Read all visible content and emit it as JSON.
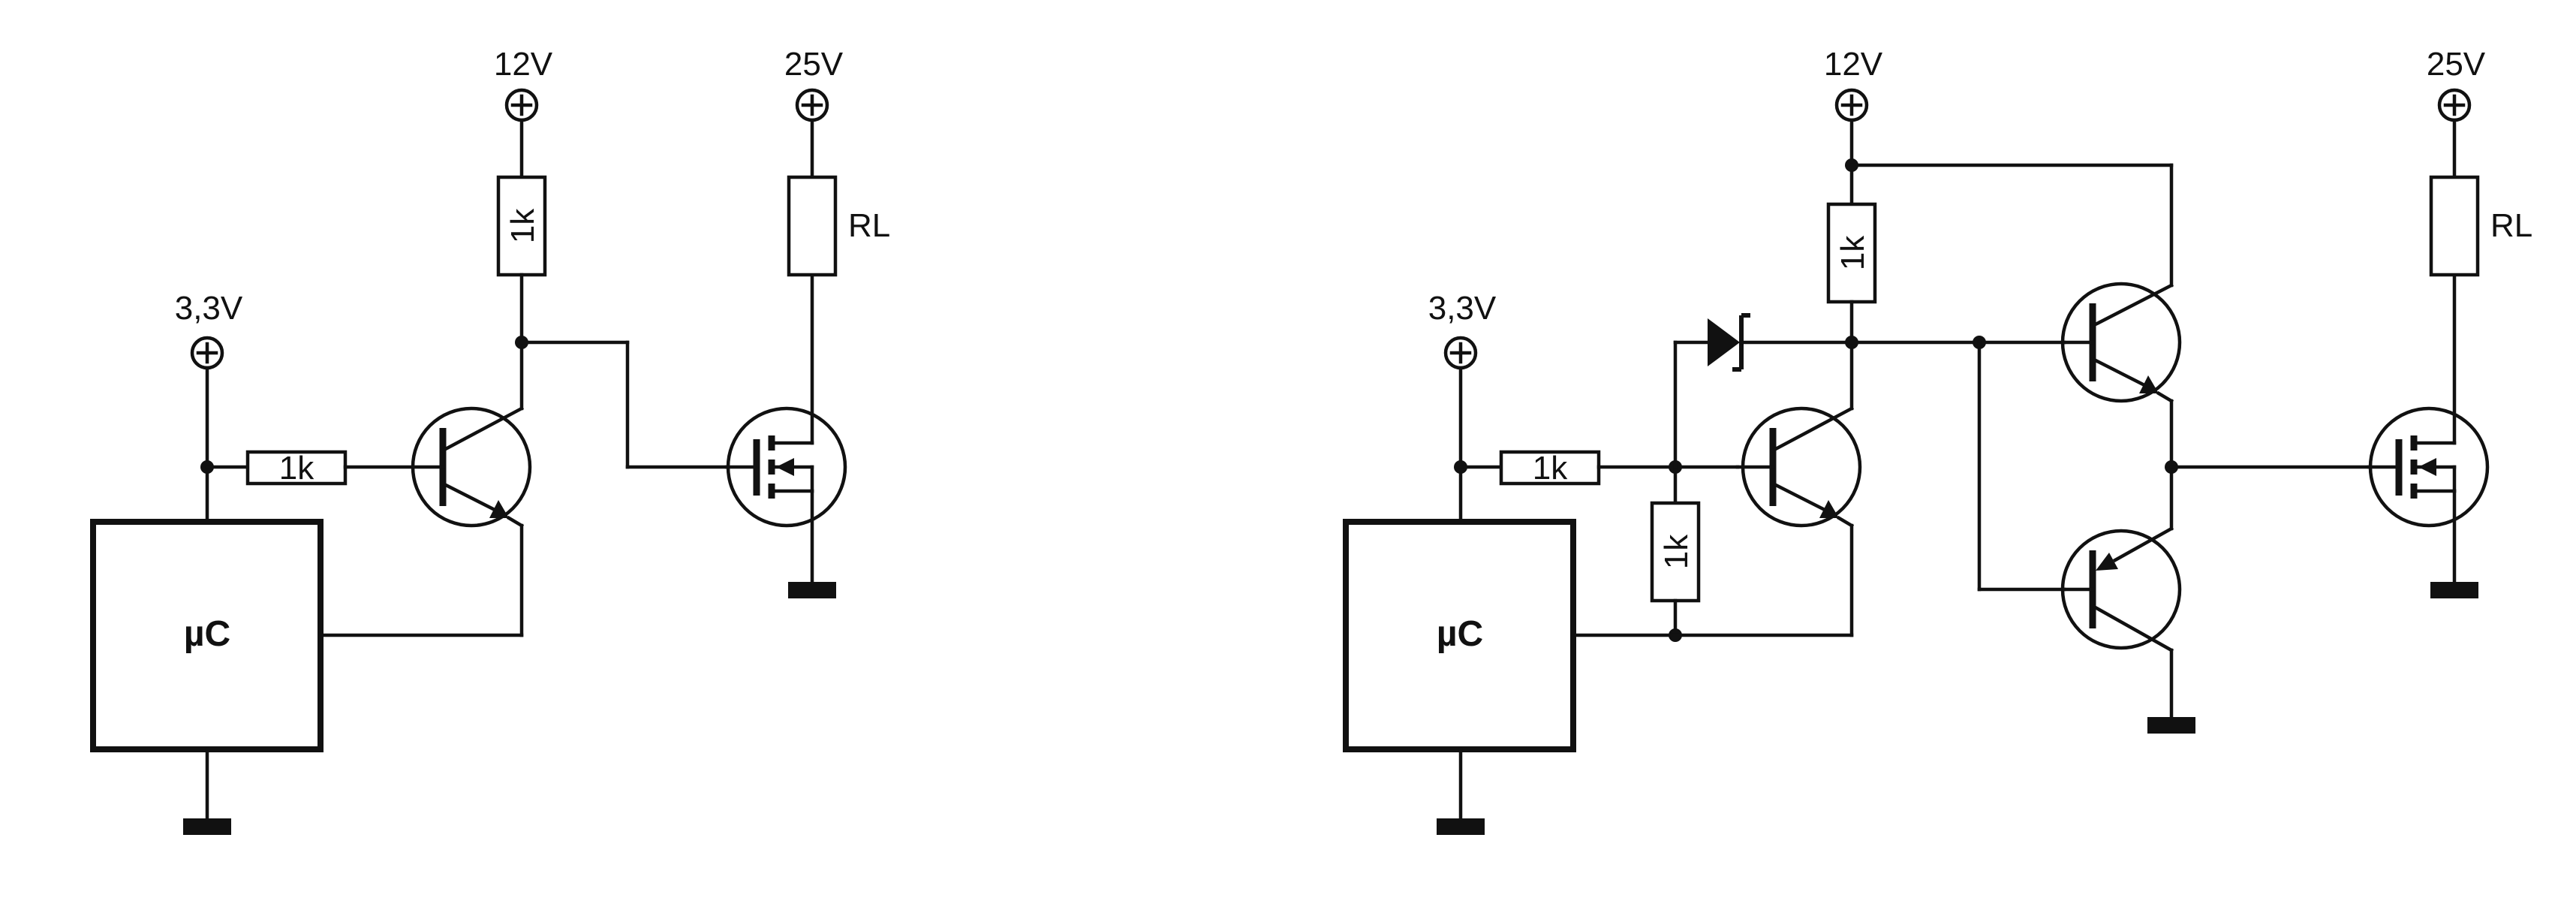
{
  "diagram": {
    "left_circuit": {
      "supply_mcu": "3,3V",
      "supply_driver": "12V",
      "supply_load": "25V",
      "base_resistor": "1k",
      "collector_resistor": "1k",
      "load_resistor": "RL",
      "controller": "µC"
    },
    "right_circuit": {
      "supply_mcu": "3,3V",
      "supply_driver": "12V",
      "supply_load": "25V",
      "base_resistor": "1k",
      "pulldown_resistor": "1k",
      "collector_resistor": "1k",
      "load_resistor": "RL",
      "controller": "µC"
    },
    "colors": {
      "ink": "#111111",
      "background": "#ffffff"
    }
  }
}
